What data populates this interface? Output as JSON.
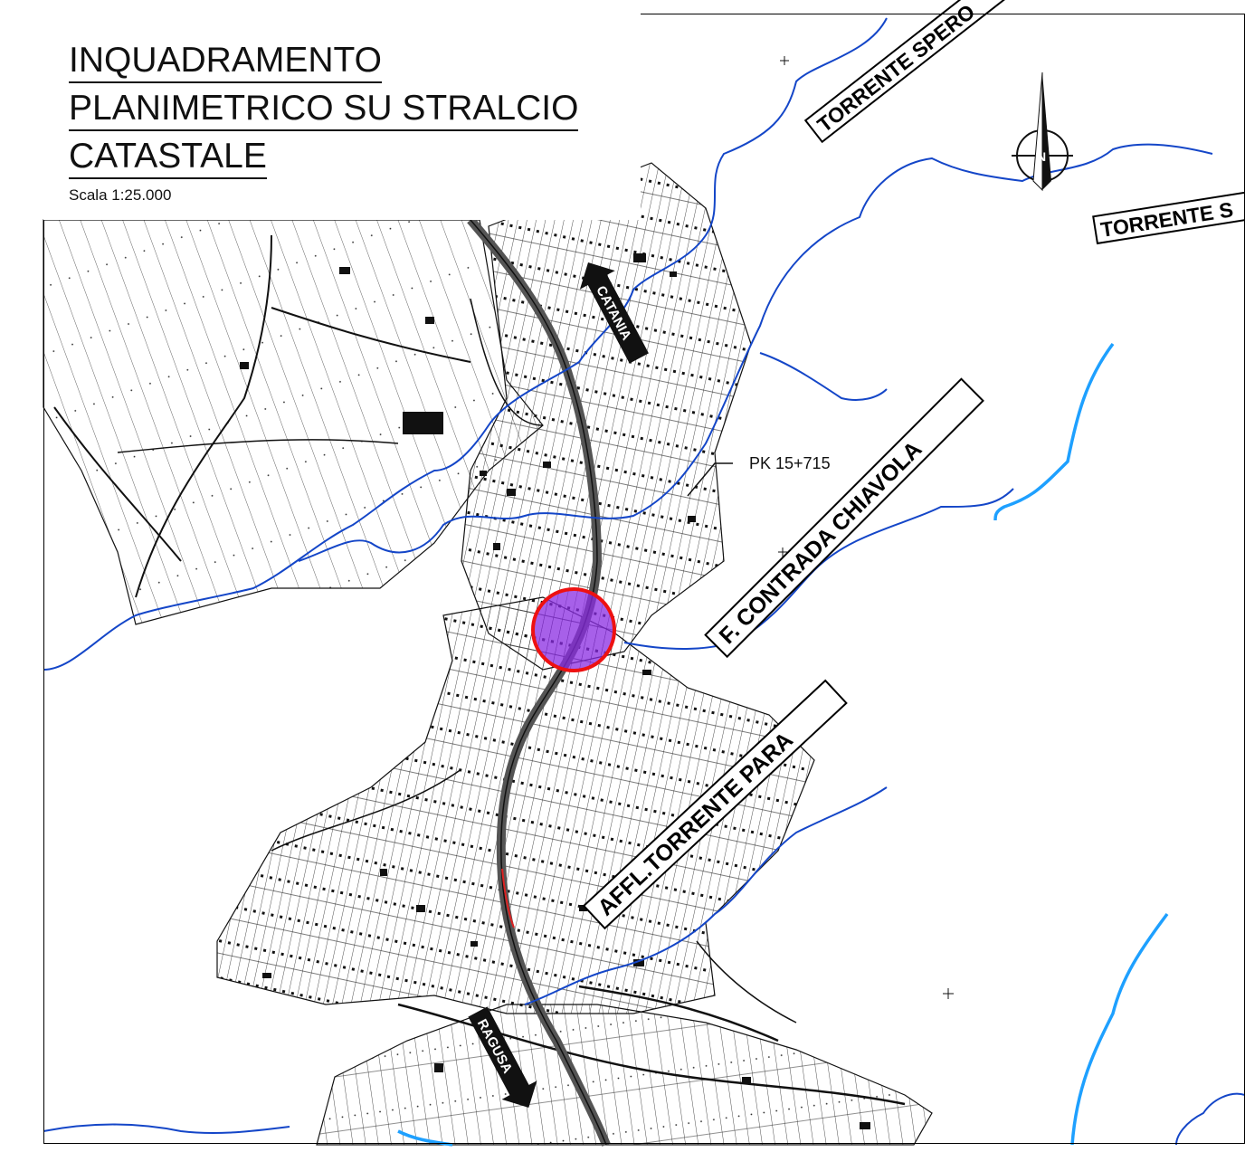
{
  "title": {
    "line1": "INQUADRAMENTO",
    "line2": "PLANIMETRICO SU STRALCIO",
    "line3": "CATASTALE"
  },
  "scale": "Scala 1:25.000",
  "road_labels": {
    "catania": "CATANIA",
    "ragusa": "RAGUSA"
  },
  "river_labels": {
    "torrente_sperone": "TORRENTE SPERO",
    "torrente_s": "TORRENTE S",
    "contrada_chiavola": "F. CONTRADA CHIAVOLA",
    "affl_torrente_para": "AFFL.TORRENTE PARA"
  },
  "pk_label": "PK 15+715",
  "north_symbol": "N",
  "colors": {
    "river": "#1446c8",
    "river_bright": "#1ea0ff",
    "highlight_fill": "#8a2be2",
    "highlight_stroke": "#ee1111",
    "road": "#555555"
  }
}
